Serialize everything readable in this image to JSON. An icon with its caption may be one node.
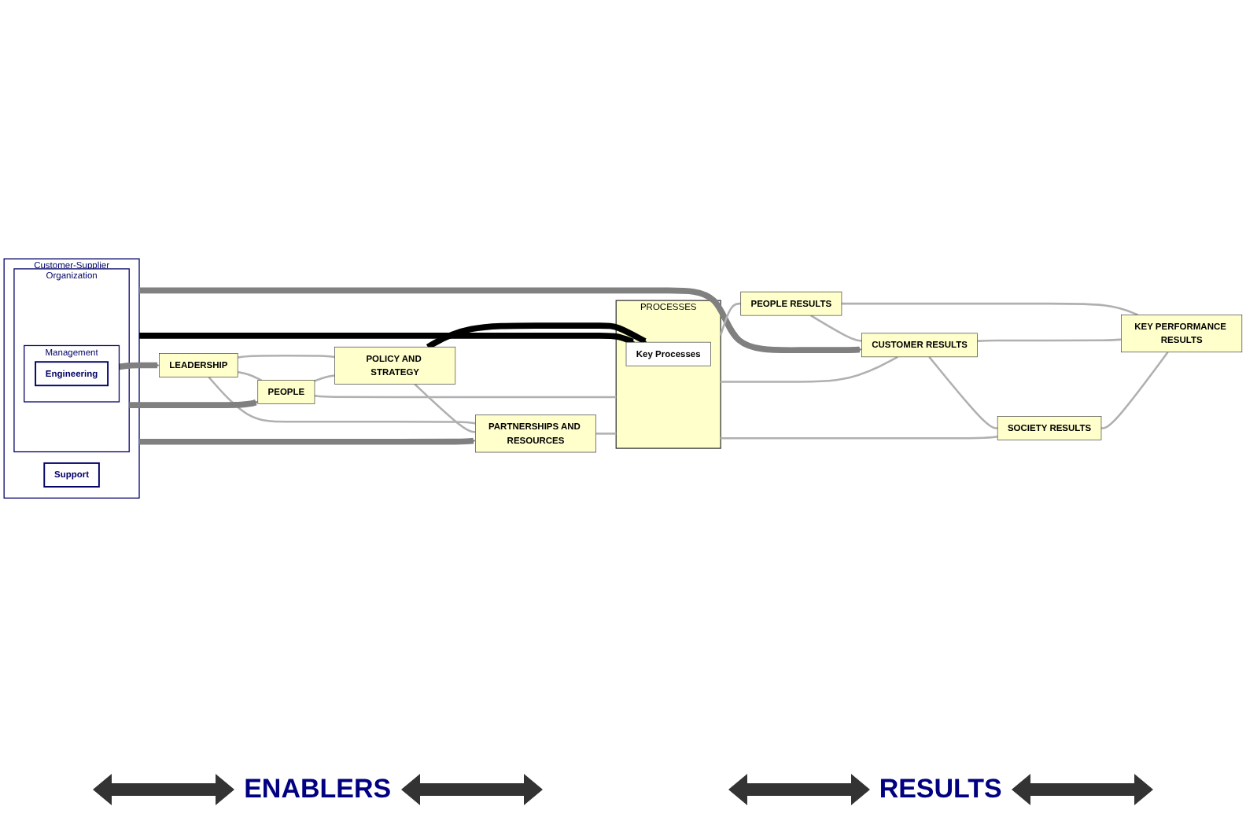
{
  "diagram": {
    "nodes": [
      {
        "text": [
          "Customer-Supplier"
        ]
      },
      {
        "text": [
          "Organization"
        ],
        "in": 0
      },
      {
        "text": [
          "Management"
        ],
        "in": 1
      },
      {
        "text": [
          "Engineering"
        ],
        "in": 2
      },
      {
        "text": [
          "Support"
        ],
        "in": 0
      },
      {
        "text": [
          "LEADERSHIP"
        ]
      },
      {
        "text": [
          "PEOPLE"
        ]
      },
      {
        "text": [
          "POLICY AND STRATEGY"
        ]
      },
      {
        "text": [
          "PARTNERSHIPS AND RESOURCES"
        ]
      },
      {
        "text": [
          "PROCESSES"
        ]
      },
      {
        "text": [
          "Key Processes"
        ],
        "in": 9
      },
      {
        "text": [
          "PEOPLE RESULTS"
        ]
      },
      {
        "text": [
          "CUSTOMER RESULTS"
        ]
      },
      {
        "text": [
          "SOCIETY RESULTS"
        ]
      },
      {
        "text": [
          "KEY PERFORMANCE RESULTS"
        ]
      }
    ],
    "edges": [
      {
        "from": 0,
        "to": 10,
        "arrow": "to",
        "style": "thick",
        "color": "#000000"
      },
      {
        "from": 7,
        "to": 10,
        "arrow": "to",
        "style": "thick",
        "color": "#000000"
      },
      {
        "from": 0,
        "to": 8,
        "arrow": "to",
        "style": "thick",
        "color": "#808080"
      },
      {
        "from": 2,
        "to": 5,
        "arrow": "to",
        "style": "thick",
        "color": "#808080"
      },
      {
        "from": 1,
        "to": 6,
        "arrow": "to",
        "style": "thick",
        "color": "#808080"
      },
      {
        "from": 0,
        "to": 12,
        "arrow": "to",
        "style": "thick",
        "color": "#808080"
      },
      {
        "from": 5,
        "to": 6,
        "arrow": "none"
      },
      {
        "from": 5,
        "to": 7,
        "arrow": "none"
      },
      {
        "from": 5,
        "to": 8,
        "arrow": "none"
      },
      {
        "from": 6,
        "to": 7,
        "arrow": "none"
      },
      {
        "from": 7,
        "to": 8,
        "arrow": "none"
      },
      {
        "from": 6,
        "to": 9,
        "arrow": "none"
      },
      {
        "from": 8,
        "to": 9,
        "arrow": "none"
      },
      {
        "from": 9,
        "to": 11,
        "arrow": "none"
      },
      {
        "from": 9,
        "to": 12,
        "arrow": "none"
      },
      {
        "from": 9,
        "to": 13,
        "arrow": "none"
      },
      {
        "from": 11,
        "to": 12,
        "arrow": "none"
      },
      {
        "from": 12,
        "to": 13,
        "arrow": "none"
      },
      {
        "from": 11,
        "to": 14,
        "arrow": "none"
      },
      {
        "from": 12,
        "to": 14,
        "arrow": "none"
      },
      {
        "from": 13,
        "to": 14,
        "arrow": "none"
      }
    ],
    "labels": [
      "ENABLERS",
      "RESULTS"
    ]
  }
}
